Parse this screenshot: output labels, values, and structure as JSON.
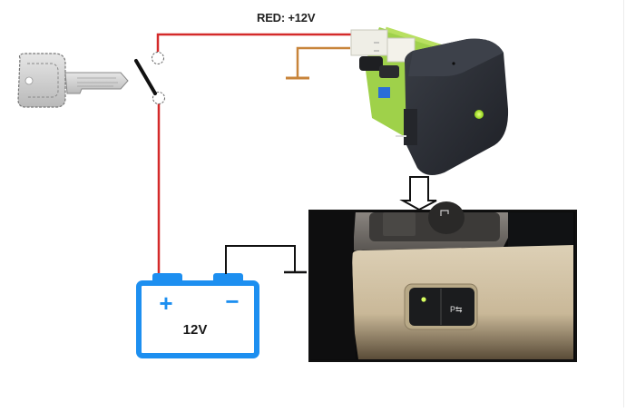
{
  "diagram": {
    "wire_label": "RED: +12V",
    "battery": {
      "voltage_label": "12V",
      "positive_symbol": "+",
      "negative_symbol": "−"
    },
    "components": {
      "key": "ignition-key",
      "switch": "ignition-switch",
      "module": "parking-sensor-module",
      "dash_photo": "dashboard-button-photo"
    },
    "dash_button_label": "P⇆",
    "colors": {
      "red_wire": "#d42a2a",
      "ground_wire_module": "#c8843a",
      "ground_wire_battery": "#111111",
      "battery_blue": "#1d8ff0",
      "led_green": "#a8f020",
      "module_body": "#2c2f36",
      "dash_beige": "#d8cbb0"
    }
  }
}
